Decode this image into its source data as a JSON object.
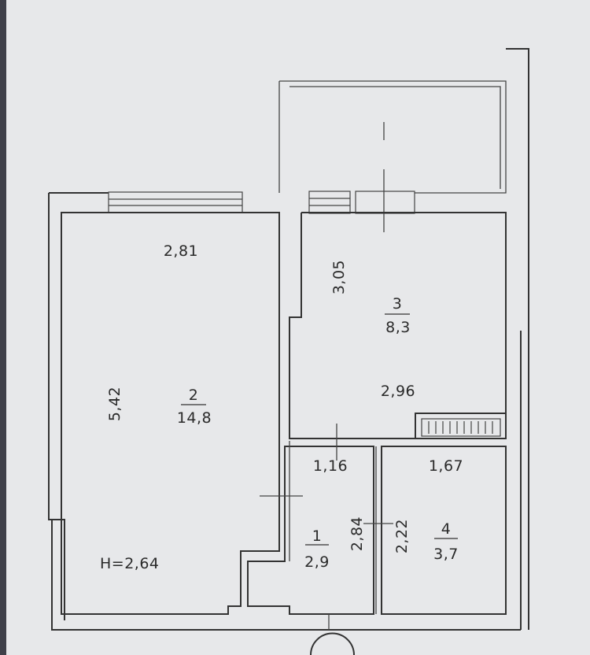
{
  "plan": {
    "ceiling_height": "H=2,64",
    "rooms": [
      {
        "number": "1",
        "area": "2,9"
      },
      {
        "number": "2",
        "area": "14,8"
      },
      {
        "number": "3",
        "area": "8,3"
      },
      {
        "number": "4",
        "area": "3,7"
      }
    ],
    "dimensions": {
      "room2_width": "2,81",
      "room2_length": "5,42",
      "room3_length": "3,05",
      "room3_width": "2,96",
      "room1_width": "1,16",
      "room1_length": "2,84",
      "room4_width": "1,67",
      "room4_length": "2,22"
    }
  }
}
